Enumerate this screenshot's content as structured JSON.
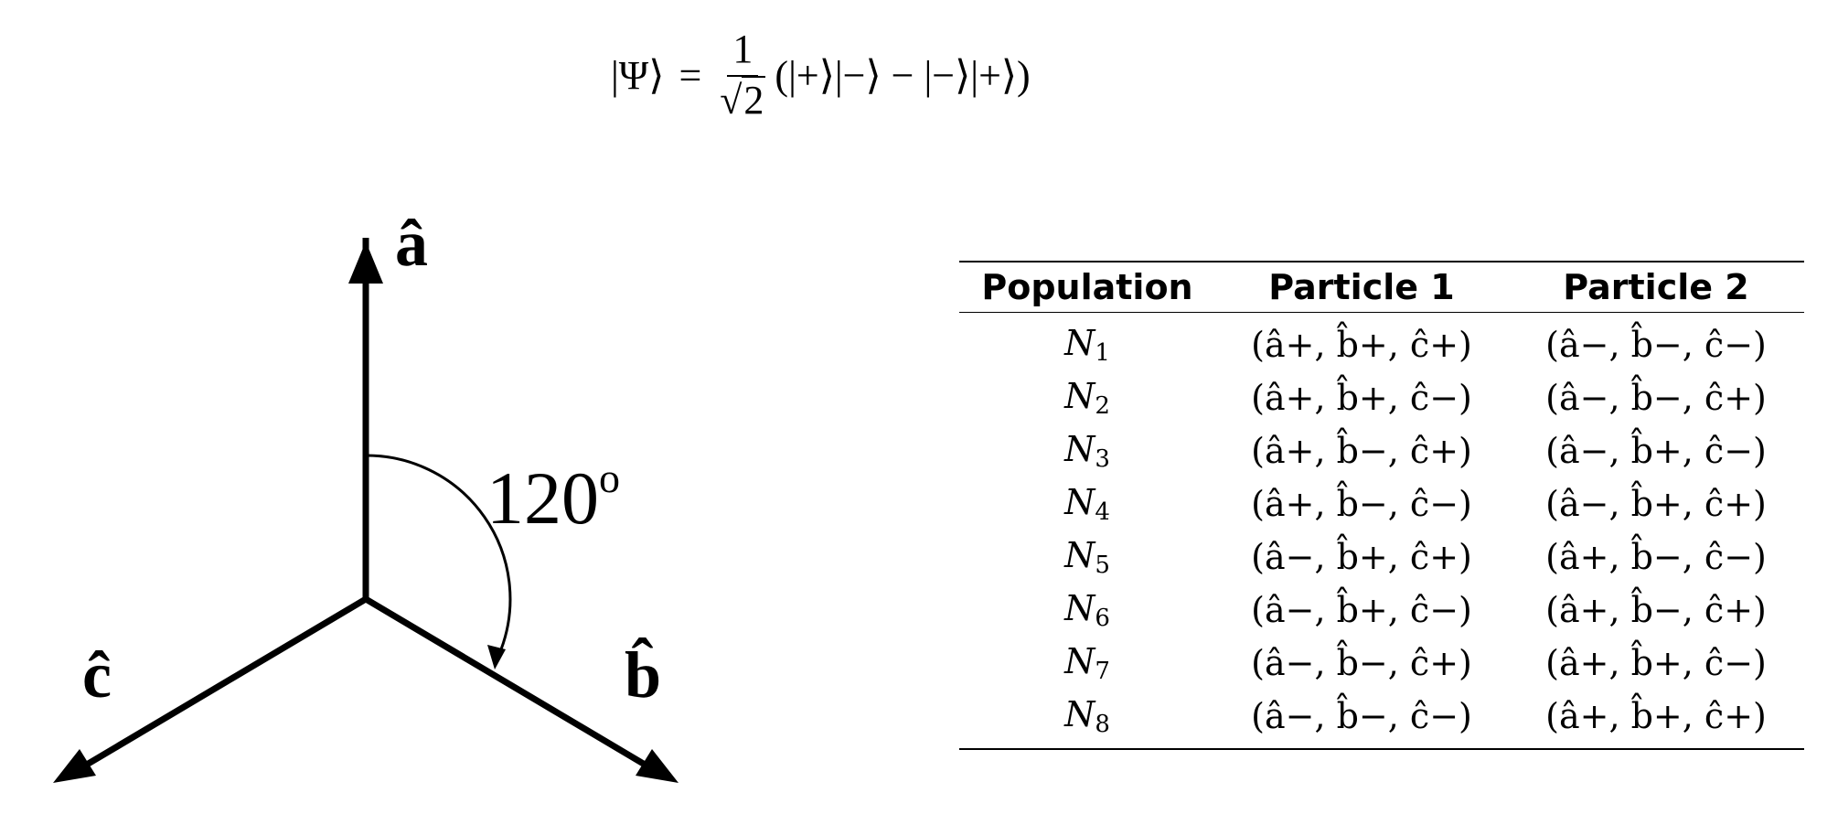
{
  "equation": {
    "lhs": "|Ψ⟩",
    "equals": "=",
    "numerator": "1",
    "sqrt_symbol": "√",
    "denominator": "2",
    "rhs": "(|+⟩|−⟩ − |−⟩|+⟩)"
  },
  "diagram": {
    "axis_a_label": "â",
    "axis_b_label": "b̂",
    "axis_c_label": "ĉ",
    "angle_label": "120",
    "angle_superscript": "o"
  },
  "table": {
    "headers": [
      "Population",
      "Particle 1",
      "Particle 2"
    ],
    "rows": [
      {
        "pop": "N",
        "sub": "1",
        "p1": "(â+, b̂+, ĉ+)",
        "p2": "(â−, b̂−, ĉ−)"
      },
      {
        "pop": "N",
        "sub": "2",
        "p1": "(â+, b̂+, ĉ−)",
        "p2": "(â−, b̂−, ĉ+)"
      },
      {
        "pop": "N",
        "sub": "3",
        "p1": "(â+, b̂−, ĉ+)",
        "p2": "(â−, b̂+, ĉ−)"
      },
      {
        "pop": "N",
        "sub": "4",
        "p1": "(â+, b̂−, ĉ−)",
        "p2": "(â−, b̂+, ĉ+)"
      },
      {
        "pop": "N",
        "sub": "5",
        "p1": "(â−, b̂+, ĉ+)",
        "p2": "(â+, b̂−, ĉ−)"
      },
      {
        "pop": "N",
        "sub": "6",
        "p1": "(â−, b̂+, ĉ−)",
        "p2": "(â+, b̂−, ĉ+)"
      },
      {
        "pop": "N",
        "sub": "7",
        "p1": "(â−, b̂−, ĉ+)",
        "p2": "(â+, b̂+, ĉ−)"
      },
      {
        "pop": "N",
        "sub": "8",
        "p1": "(â−, b̂−, ĉ−)",
        "p2": "(â+, b̂+, ĉ+)"
      }
    ]
  }
}
